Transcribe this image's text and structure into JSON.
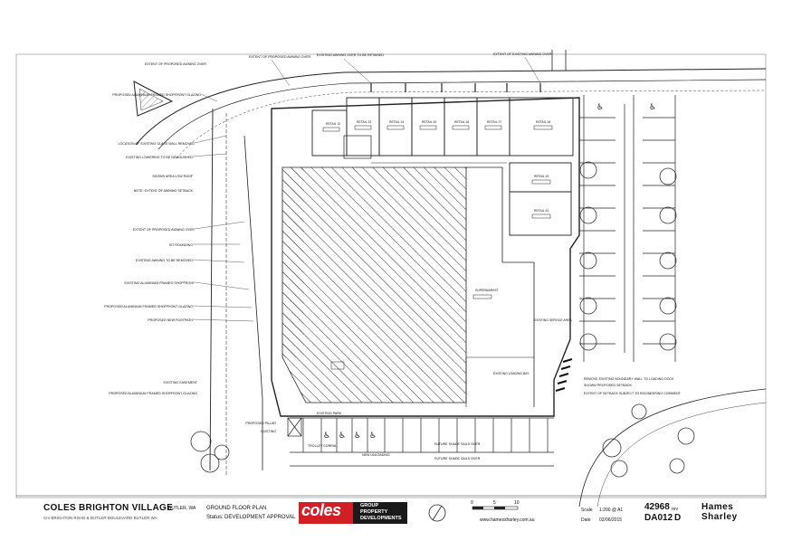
{
  "drawing": {
    "callouts_left": [
      "EXTENT OF PROPOSED AWNING OVER",
      "PROPOSED ALUMINIUM FRAMED SHOPFRONT GLAZING",
      "LOCATION OF EXISTING GLASS WALL REMOVED",
      "EXISTING LOWERING TO BE DEMOLISHED",
      "SHOWN AREA LOW ROOF",
      "NOTE: EXTENT OF AWNING SETBACK",
      "EXTENT OF PROPOSED AWNING OVER",
      "KIT ROUNDING",
      "EXISTING AWNING TO BE REMOVED",
      "EXISTING ALUMINIUM FRAMED SHOPFRONT",
      "PROPOSED ALUMINIUM FRAMED SHOPFRONT GLAZING",
      "PROPOSED NEW FOOTPATH",
      "EXISTING EASEMENT",
      "PROPOSED ALUMINIUM FRAMED SHOPFRONT GLAZING",
      "PROPOSED PILLAR",
      "EXISTING"
    ],
    "top_callouts": [
      "EXTENT OF PROPOSED AWNING OVER",
      "EXISTING AWNING OVER TO BE RETAINED",
      "EXTENT OF EXISTING AWNING OVER"
    ],
    "retail_units": [
      {
        "name": "RETAIL 12"
      },
      {
        "name": "RETAIL 13"
      },
      {
        "name": "RETAIL 14"
      },
      {
        "name": "RETAIL 15"
      },
      {
        "name": "RETAIL 16"
      },
      {
        "name": "RETAIL 17"
      },
      {
        "name": "RETAIL 18"
      },
      {
        "name": "RETAIL 19"
      },
      {
        "name": "RETAIL 20"
      }
    ],
    "supermarket_label": "SUPERMARKET",
    "service_area_label": "EXISTING SERVICE AREA",
    "loading_bay_label": "EXISTING LOADING BAY",
    "bottom_callouts": [
      "EXISTING PARK",
      "TROLLEY CORRAL",
      "NEW UNLOADING",
      "FUTURE SHADE SAILS OVER",
      "FUTURE SHADE SAILS OVER"
    ],
    "right_callouts": [
      "REMOVE EXISTING BOUNDARY WALL TO LOADING DOCK",
      "SHOWN PROPOSED SETBACK",
      "EXTENT OF SETBACK SUBJECT TO ENGINEERING COMMENT"
    ]
  },
  "title_block": {
    "project_name": "COLES BRIGHTON VILLAGE",
    "location": "BUTLER, WA",
    "address_line": "Cnr BRIGHTON ROAD & BUTLER BOULEVARD BUTLER WA",
    "drawing_title": "GROUND FLOOR PLAN",
    "status_label": "Status:",
    "status_value": "DEVELOPMENT APPROVAL",
    "logo_text": "coles",
    "group_text": [
      "GROUP",
      "PROPERTY",
      "DEVELOPMENTS"
    ],
    "website": "www.hamessharley.com.au",
    "scale_label": "Scale",
    "scale_value": "1:200 @ A1",
    "date_label": "Date",
    "date_value": "02/06/2015",
    "job_number": "42968",
    "rev_label": "rev",
    "drawing_number": "DA012",
    "revision": "D",
    "firm_line1": "Hames",
    "firm_line2": "Sharley",
    "scale_bar": [
      "0",
      "5",
      "10"
    ]
  },
  "colors": {
    "line": "#2a2a2a",
    "logo_red": "#d21f26",
    "paper": "#ffffff"
  }
}
